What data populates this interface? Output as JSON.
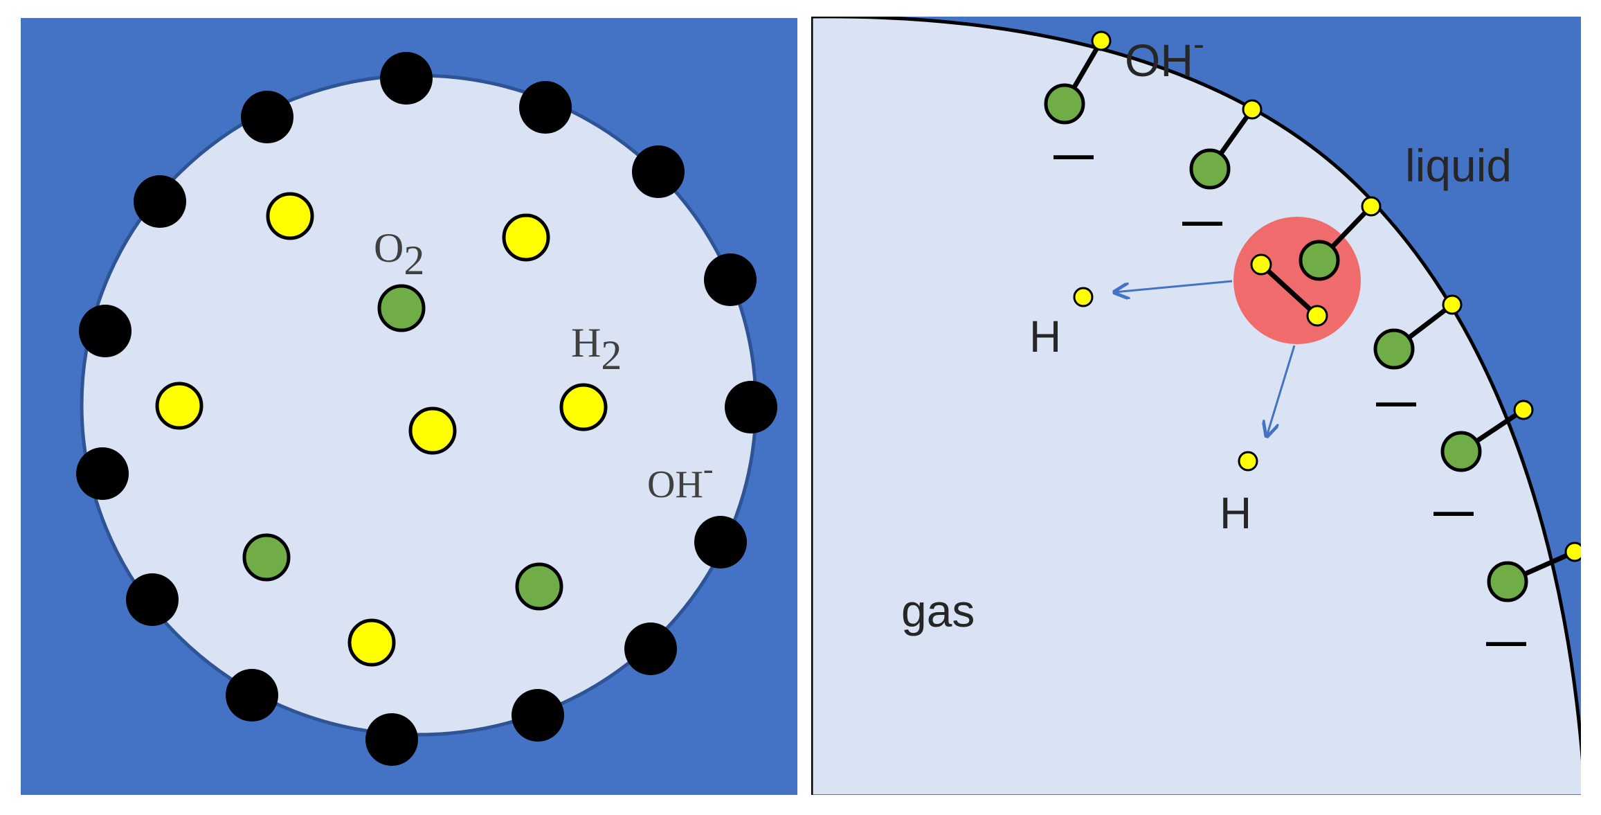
{
  "left_panel": {
    "labels": {
      "o2_main": "O",
      "o2_sub": "2",
      "h2_main": "H",
      "h2_sub": "2",
      "oh_main": "OH",
      "oh_sup": "-"
    }
  },
  "right_panel": {
    "labels": {
      "oh_main": "OH",
      "oh_sup": "-",
      "liquid": "liquid",
      "gas": "gas",
      "h_left": "H",
      "h_bottom": "H",
      "minus": "—"
    }
  },
  "colors": {
    "liquid": "#4472c4",
    "gas": "#dae3f3",
    "oh_ion": "#000000",
    "h2": "#ffff00",
    "o2": "#70ad47",
    "reaction_highlight": "#f06b6b",
    "arrow": "#4472c4"
  }
}
